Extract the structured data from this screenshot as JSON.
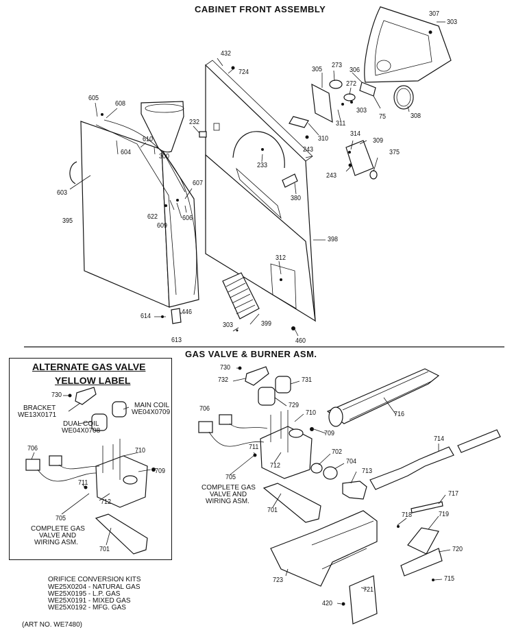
{
  "headers": {
    "cabinet": "CABINET FRONT ASSEMBLY",
    "gas_valve": "GAS VALVE & BURNER ASM."
  },
  "alternate_box": {
    "title1": "ALTERNATE GAS VALVE",
    "title2": "YELLOW LABEL",
    "bracket": [
      "BRACKET",
      "WE13X0171"
    ],
    "main_coil": [
      "MAIN COIL",
      "WE04X0709"
    ],
    "dual_coil": [
      "DUAL COIL",
      "WE04X0708"
    ],
    "complete": [
      "COMPLETE GAS",
      "VALVE AND",
      "WIRING ASM."
    ]
  },
  "right_complete": [
    "COMPLETE GAS",
    "VALVE AND",
    "WIRING ASM."
  ],
  "orifice": {
    "title": "ORIFICE CONVERSION KITS",
    "kits": [
      "WE25X0204 - NATURAL GAS",
      "WE25X0195 - L.P. GAS",
      "WE25X0191 - MIXED GAS",
      "WE25X0192 - MFG. GAS"
    ]
  },
  "art_no": "(ART NO. WE7480)",
  "part_numbers": {
    "p307": "307",
    "p303a": "303",
    "p432": "432",
    "p724": "724",
    "p305": "305",
    "p273": "273",
    "p272": "272",
    "p306": "306",
    "p303b": "303",
    "p75": "75",
    "p308": "308",
    "p605": "605",
    "p608a": "608",
    "p232": "232",
    "p311": "311",
    "p310": "310",
    "p314": "314",
    "p309": "309",
    "p375": "375",
    "p604": "604",
    "p610": "610",
    "p300": "300",
    "p243a": "243",
    "p233": "233",
    "p243b": "243",
    "p603": "603",
    "p607": "607",
    "p380": "380",
    "p622": "622",
    "p609": "609",
    "p606": "606",
    "p395": "395",
    "p398": "398",
    "p312": "312",
    "p614": "614",
    "p446": "446",
    "p613": "613",
    "p303c": "303",
    "p399": "399",
    "p460": "460",
    "p730a": "730",
    "p706a": "706",
    "p710a": "710",
    "p709a": "709",
    "p711a": "711",
    "p712a": "712",
    "p705a": "705",
    "p701a": "701",
    "p730b": "730",
    "p732": "732",
    "p731": "731",
    "p729": "729",
    "p716": "716",
    "p706b": "706",
    "p710b": "710",
    "p709b": "709",
    "p714": "714",
    "p711b": "711",
    "p712b": "712",
    "p702": "702",
    "p704": "704",
    "p713": "713",
    "p705b": "705",
    "p701b": "701",
    "p717": "717",
    "p718": "718",
    "p719": "719",
    "p720": "720",
    "p723": "723",
    "p715": "715",
    "p721": "721",
    "p420": "420"
  }
}
